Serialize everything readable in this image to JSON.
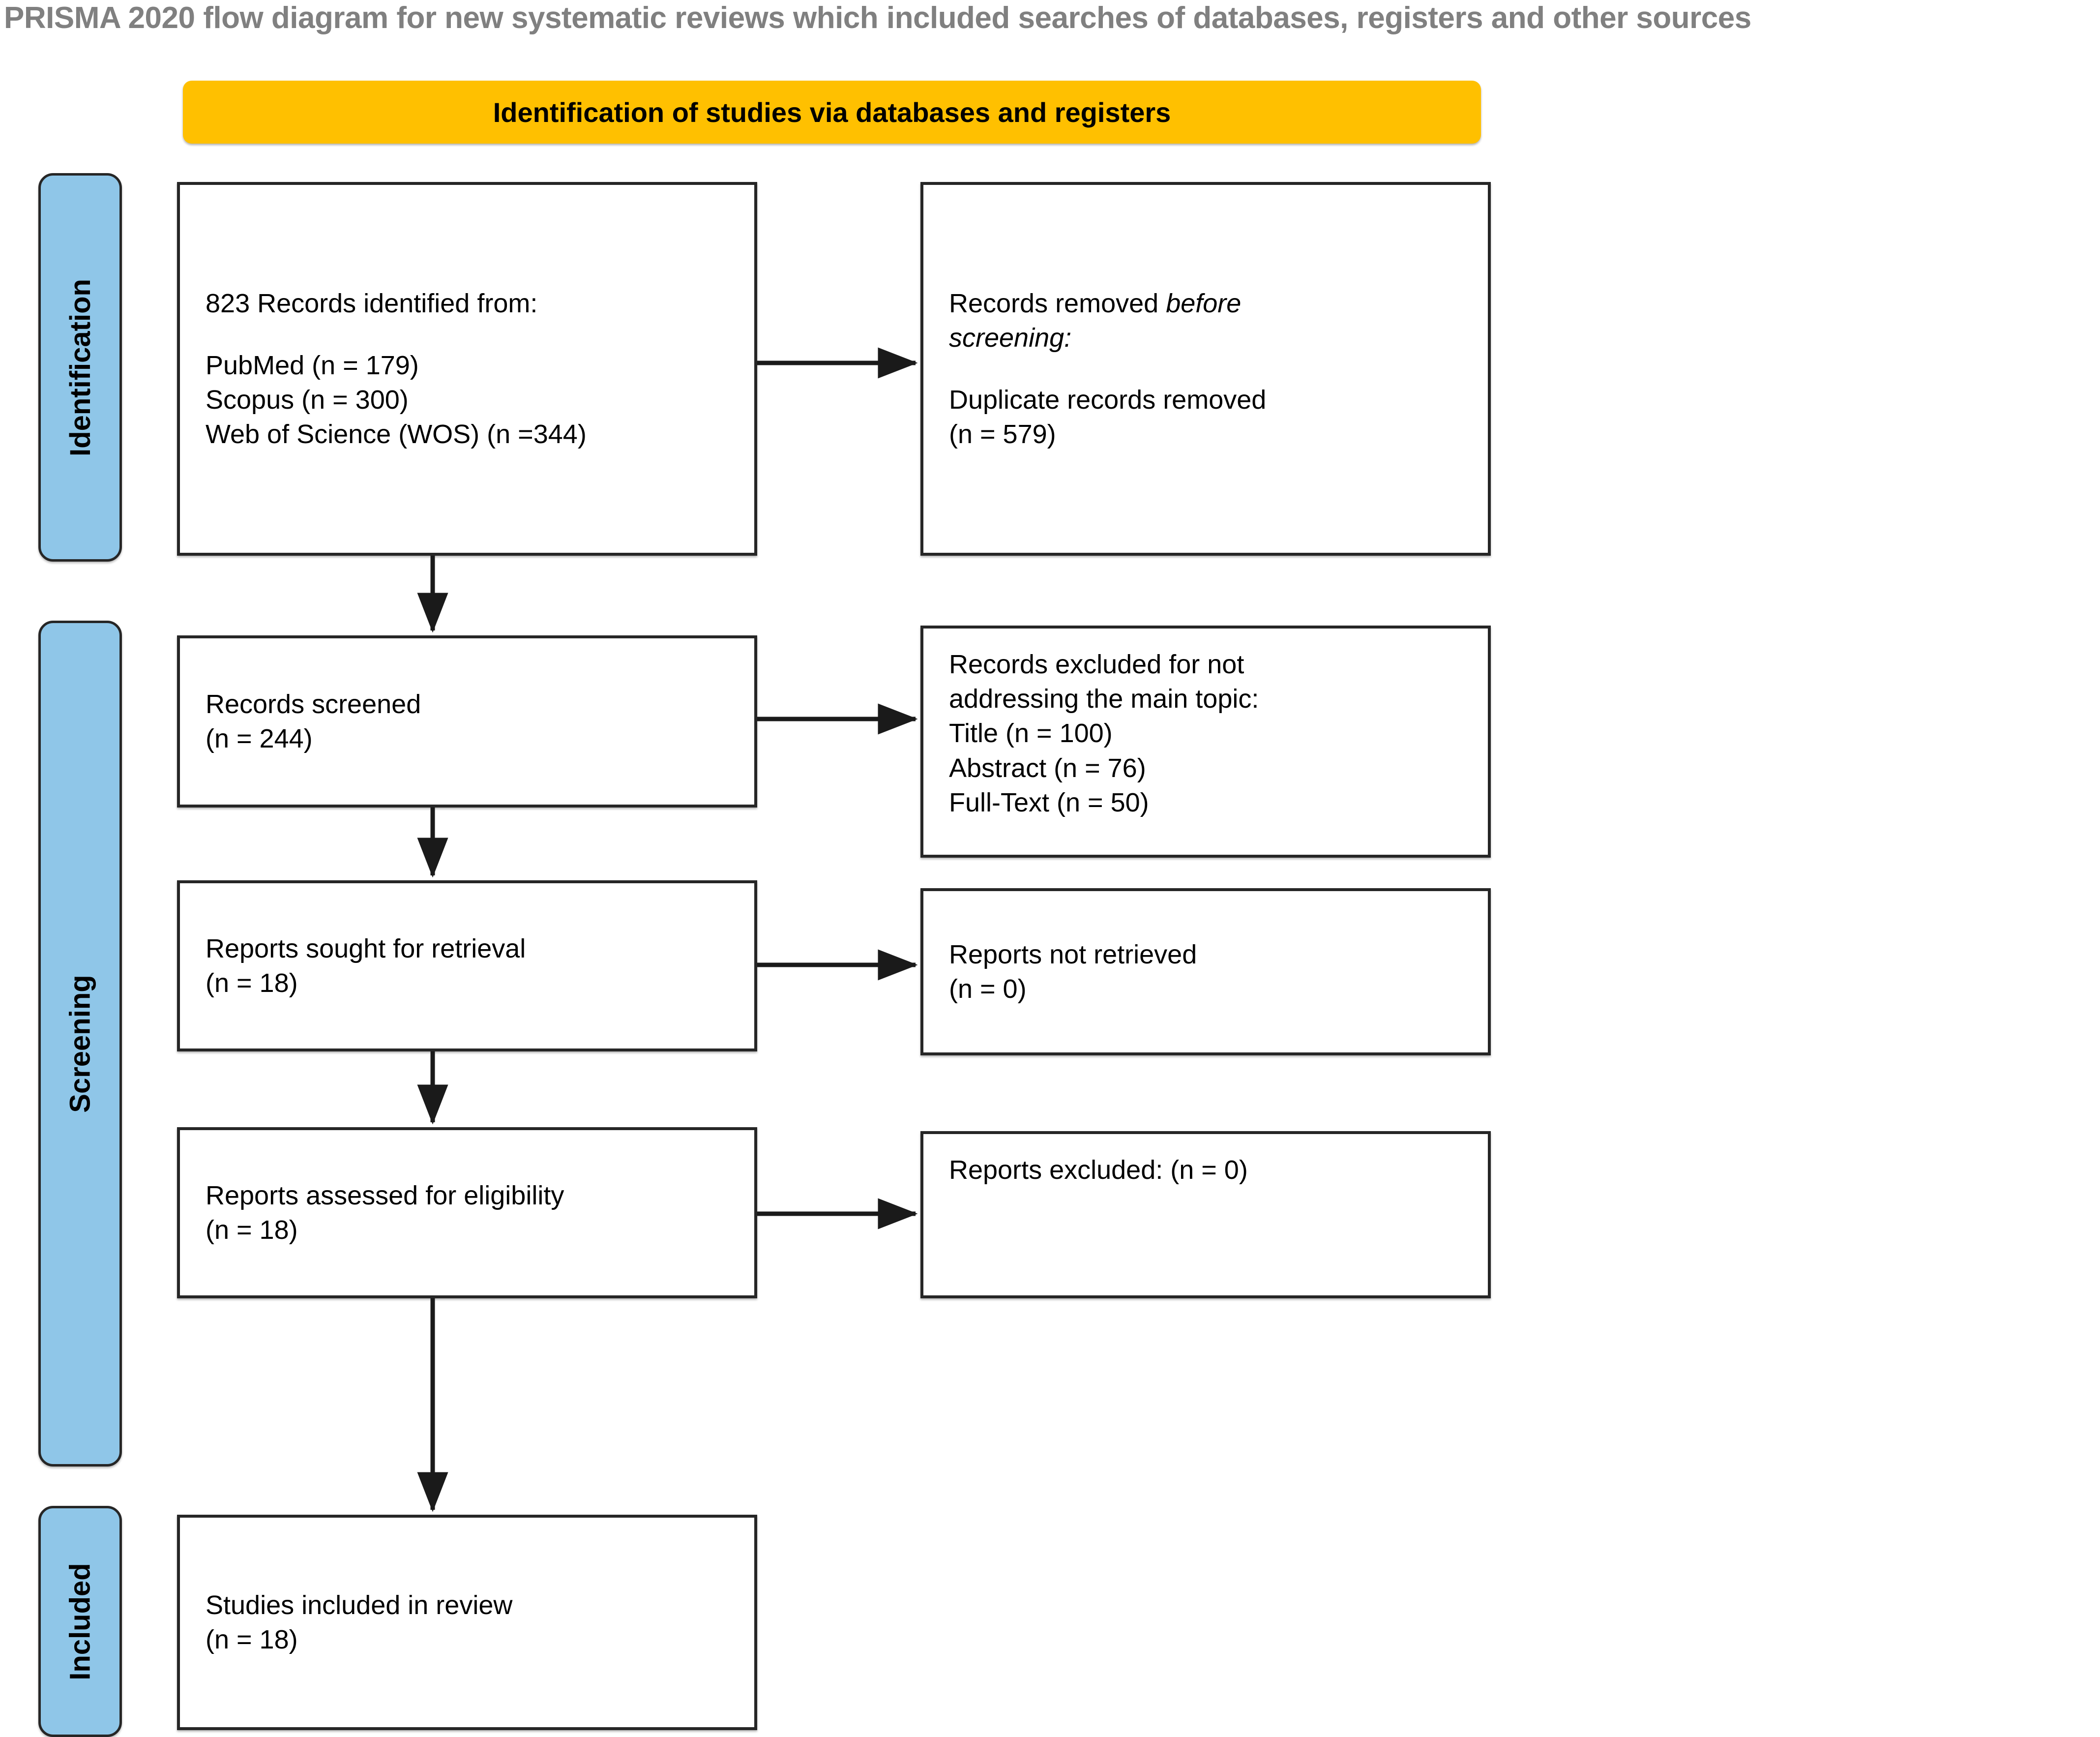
{
  "title": "PRISMA 2020 flow diagram for new systematic reviews which included searches of databases, registers and other sources",
  "colors": {
    "banner": "#FFC000",
    "rail": "#8FC6E8",
    "stroke": "#262626",
    "title_text": "#808080"
  },
  "banner": {
    "label": "Identification of studies via databases and registers"
  },
  "rails": [
    {
      "key": "identification",
      "label": "Identification"
    },
    {
      "key": "screening",
      "label": "Screening"
    },
    {
      "key": "included",
      "label": "Included"
    }
  ],
  "boxes": {
    "identified": {
      "line1": "823 Records identified from:",
      "line2": "PubMed (n = 179)",
      "line3": "Scopus (n = 300)",
      "line4": "Web of Science (WOS) (n =344)"
    },
    "removed_before": {
      "line1_a": "Records removed ",
      "line1_b": "before",
      "line2": "screening:",
      "line3": "Duplicate records removed",
      "line4": "(n = 579)"
    },
    "screened": {
      "line1": "Records screened",
      "line2": "(n = 244)"
    },
    "excluded_topic": {
      "line1": "Records excluded for not",
      "line2": "addressing the main topic:",
      "line3": "Title (n = 100)",
      "line4": "Abstract (n = 76)",
      "line5": "Full-Text (n = 50)"
    },
    "sought": {
      "line1": "Reports sought for retrieval",
      "line2": "(n = 18)"
    },
    "not_retrieved": {
      "line1": "Reports not retrieved",
      "line2": "(n = 0)"
    },
    "assessed": {
      "line1": "Reports assessed for eligibility",
      "line2": "(n = 18)"
    },
    "reports_excluded": {
      "line1": "Reports excluded: (n = 0)"
    },
    "included": {
      "line1": "Studies included in review",
      "line2": "(n = 18)"
    }
  }
}
